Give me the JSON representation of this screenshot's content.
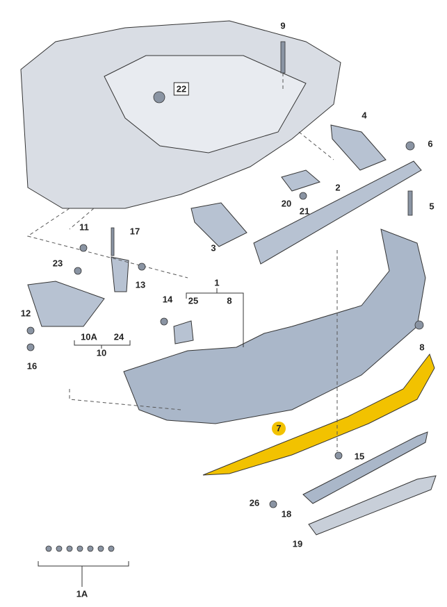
{
  "title": "Rear bumper parts diagram",
  "labels": {
    "l9": "9",
    "l22": "22",
    "l4": "4",
    "l6": "6",
    "l2": "2",
    "l20": "20",
    "l21": "21",
    "l5": "5",
    "l11": "11",
    "l17": "17",
    "l3": "3",
    "l23": "23",
    "l13": "13",
    "l1": "1",
    "l25": "25",
    "l8a": "8",
    "l14": "14",
    "l12": "12",
    "l10A": "10A",
    "l24": "24",
    "l10": "10",
    "l16": "16",
    "l8b": "8",
    "l7": "7",
    "l15": "15",
    "l26": "26",
    "l18": "18",
    "l19": "19",
    "l1A": "1A"
  },
  "colors": {
    "body": "#d9dde4",
    "bumper": "#aab7c9",
    "highlight": "#f2c200"
  }
}
